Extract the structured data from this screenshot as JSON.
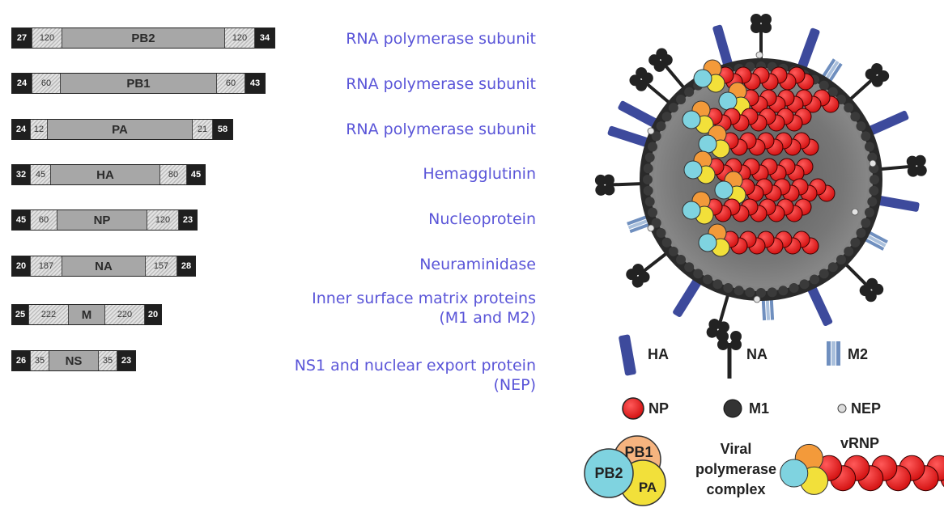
{
  "segments": [
    {
      "name": "PB2",
      "left_end": "27",
      "left_utr": "120",
      "right_utr": "120",
      "right_end": "34",
      "label": "RNA polymerase subunit"
    },
    {
      "name": "PB1",
      "left_end": "24",
      "left_utr": "60",
      "right_utr": "60",
      "right_end": "43",
      "label": "RNA polymerase subunit"
    },
    {
      "name": "PA",
      "left_end": "24",
      "left_utr": "12",
      "right_utr": "21",
      "right_end": "58",
      "label": "RNA polymerase subunit"
    },
    {
      "name": "HA",
      "left_end": "32",
      "left_utr": "45",
      "right_utr": "80",
      "right_end": "45",
      "label": "Hemagglutinin"
    },
    {
      "name": "NP",
      "left_end": "45",
      "left_utr": "60",
      "right_utr": "120",
      "right_end": "23",
      "label": "Nucleoprotein"
    },
    {
      "name": "NA",
      "left_end": "20",
      "left_utr": "187",
      "right_utr": "157",
      "right_end": "28",
      "label": "Neuraminidase"
    },
    {
      "name": "M",
      "left_end": "25",
      "left_utr": "222",
      "right_utr": "220",
      "right_end": "20",
      "label_line1": "Inner surface matrix proteins",
      "label_line2": "(M1 and M2)"
    },
    {
      "name": "NS",
      "left_end": "26",
      "left_utr": "35",
      "right_utr": "35",
      "right_end": "23",
      "label_line1": "NS1 and nuclear export protein",
      "label_line2": "(NEP)"
    }
  ],
  "legend": {
    "ha": "HA",
    "na": "NA",
    "m2": "M2",
    "np": "NP",
    "m1": "M1",
    "nep": "NEP",
    "pb1": "PB1",
    "pb2": "PB2",
    "pa": "PA",
    "complex_line1": "Viral",
    "complex_line2": "polymerase",
    "complex_line3": "complex",
    "vrnp": "vRNP"
  },
  "colors": {
    "label_text": "#5a55d8",
    "ha": "#3d4a9c",
    "m2": "#aac0dc",
    "np": "#e01b1b",
    "pb2": "#7fd3e0",
    "pb1": "#f3a56e",
    "pa": "#f2e03a",
    "virion_fill": "#707070",
    "membrane": "#2a2a2a"
  }
}
